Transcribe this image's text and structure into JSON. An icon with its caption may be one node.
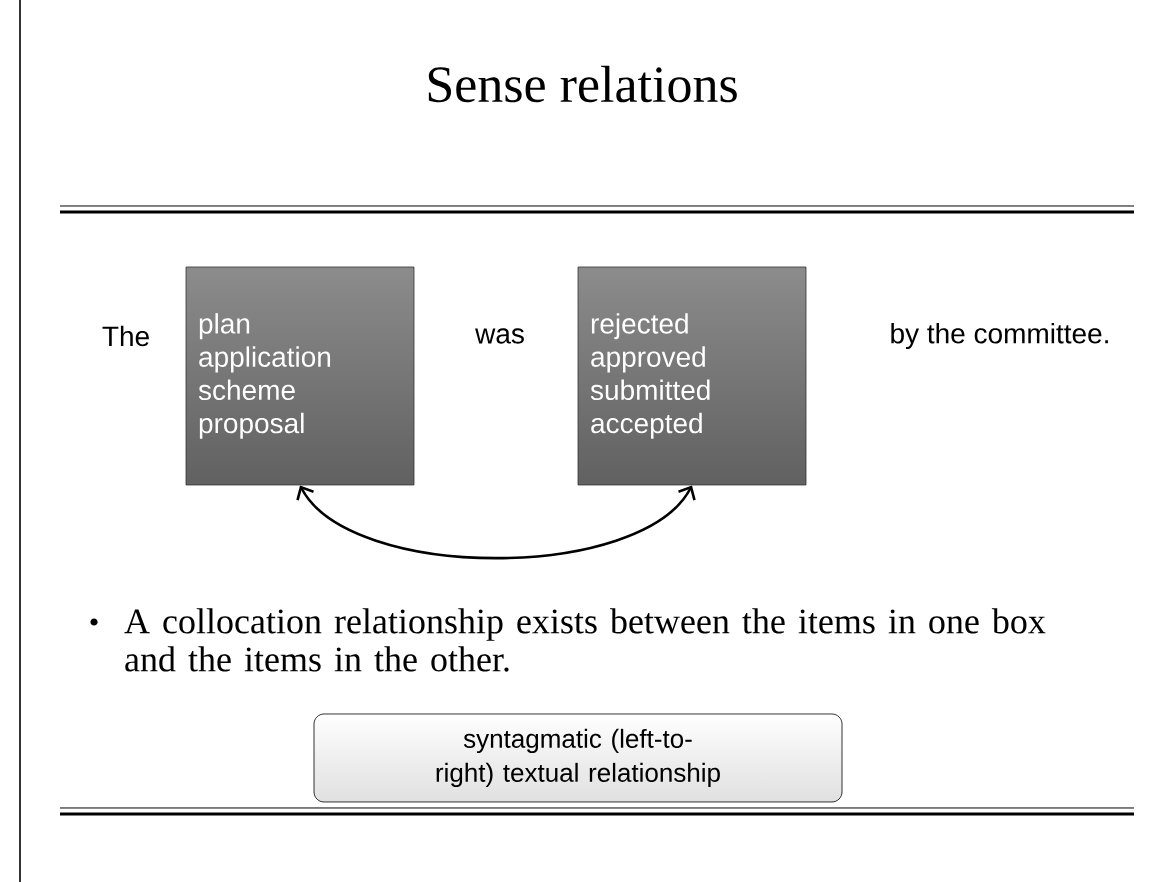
{
  "diagram": {
    "title": "Sense relations",
    "nodes": [
      {
        "text": [
          "plan",
          "application",
          "scheme",
          "proposal"
        ]
      },
      {
        "text": [
          "rejected",
          "approved",
          "submitted",
          "accepted"
        ]
      },
      {
        "text": [
          "syntagmatic (left-to-right) textual relationship"
        ]
      }
    ],
    "edges": [
      {
        "from": 0,
        "to": 1,
        "arrow": "both"
      }
    ],
    "labels": [
      "The",
      "was",
      "by the committee.",
      "A collocation relationship exists between the items in one box and the items in the other."
    ]
  }
}
